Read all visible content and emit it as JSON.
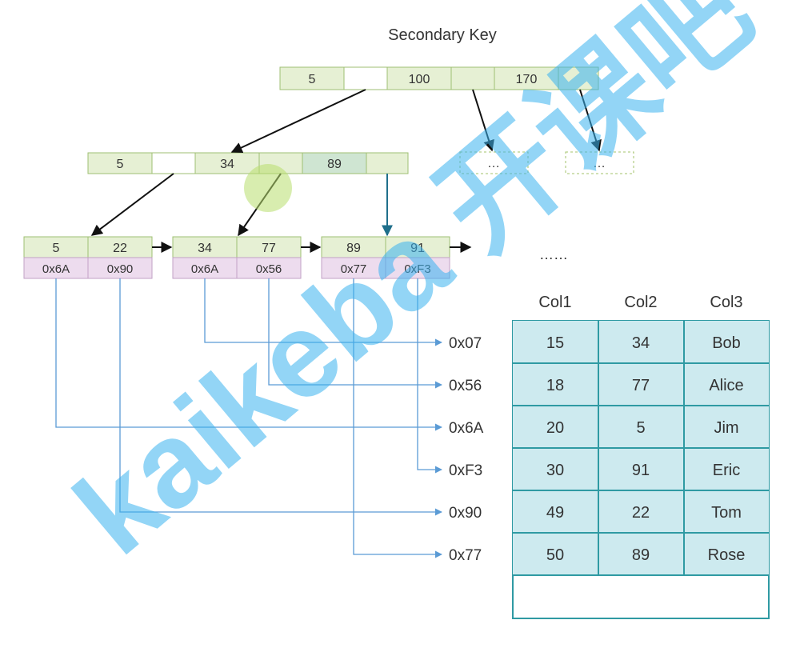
{
  "title": "Secondary Key",
  "root_node": {
    "keys": [
      "5",
      "100",
      "170"
    ]
  },
  "inner_node": {
    "keys": [
      "5",
      "34",
      "89"
    ]
  },
  "placeholder_nodes": [
    "…",
    "…"
  ],
  "leaf_nodes": [
    {
      "keys": [
        "5",
        "22"
      ],
      "pointers": [
        "0x6A",
        "0x90"
      ]
    },
    {
      "keys": [
        "34",
        "77"
      ],
      "pointers": [
        "0x6A",
        "0x56"
      ]
    },
    {
      "keys": [
        "89",
        "91"
      ],
      "pointers": [
        "0x77",
        "0xF3"
      ]
    }
  ],
  "leaf_continuation": "……",
  "address_labels": [
    "0x07",
    "0x56",
    "0x6A",
    "0xF3",
    "0x90",
    "0x77"
  ],
  "table": {
    "headers": [
      "Col1",
      "Col2",
      "Col3"
    ],
    "rows": [
      [
        "15",
        "34",
        "Bob"
      ],
      [
        "18",
        "77",
        "Alice"
      ],
      [
        "20",
        "5",
        "Jim"
      ],
      [
        "30",
        "91",
        "Eric"
      ],
      [
        "49",
        "22",
        "Tom"
      ],
      [
        "50",
        "89",
        "Rose"
      ]
    ]
  },
  "watermark": "kaikeba 开课吧",
  "colors": {
    "key_fill": "#e6f0d4",
    "key_stroke": "#9fbf73",
    "ptr_fill": "#eddcee",
    "ptr_stroke": "#c2a2c6",
    "link_line": "#5b9bd5",
    "table_fill": "#cdeaef",
    "table_stroke": "#2f9aa3",
    "watermark": "#3bb4f0"
  }
}
